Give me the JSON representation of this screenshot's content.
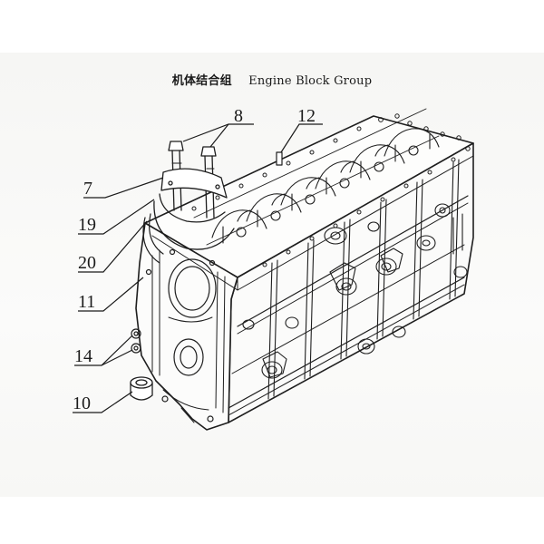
{
  "title": {
    "zh": "机体结合组",
    "en": "Engine Block Group"
  },
  "callouts": [
    {
      "label": "8"
    },
    {
      "label": "12"
    },
    {
      "label": "7"
    },
    {
      "label": "19"
    },
    {
      "label": "20"
    },
    {
      "label": "11"
    },
    {
      "label": "14"
    },
    {
      "label": "10"
    }
  ],
  "colors": {
    "ink": "#1a1a1a",
    "paper": "#f7f7f5"
  }
}
